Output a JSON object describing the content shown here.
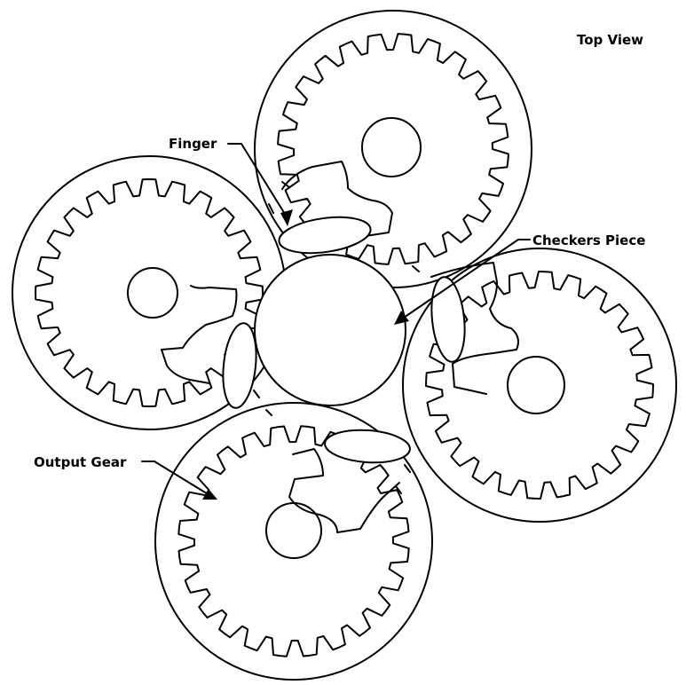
{
  "labels": {
    "view": "Top View",
    "finger": "Finger",
    "checkers_piece": "Checkers Piece",
    "output_gear": "Output Gear"
  },
  "colors": {
    "ink": "#000000",
    "background": "#ffffff"
  }
}
